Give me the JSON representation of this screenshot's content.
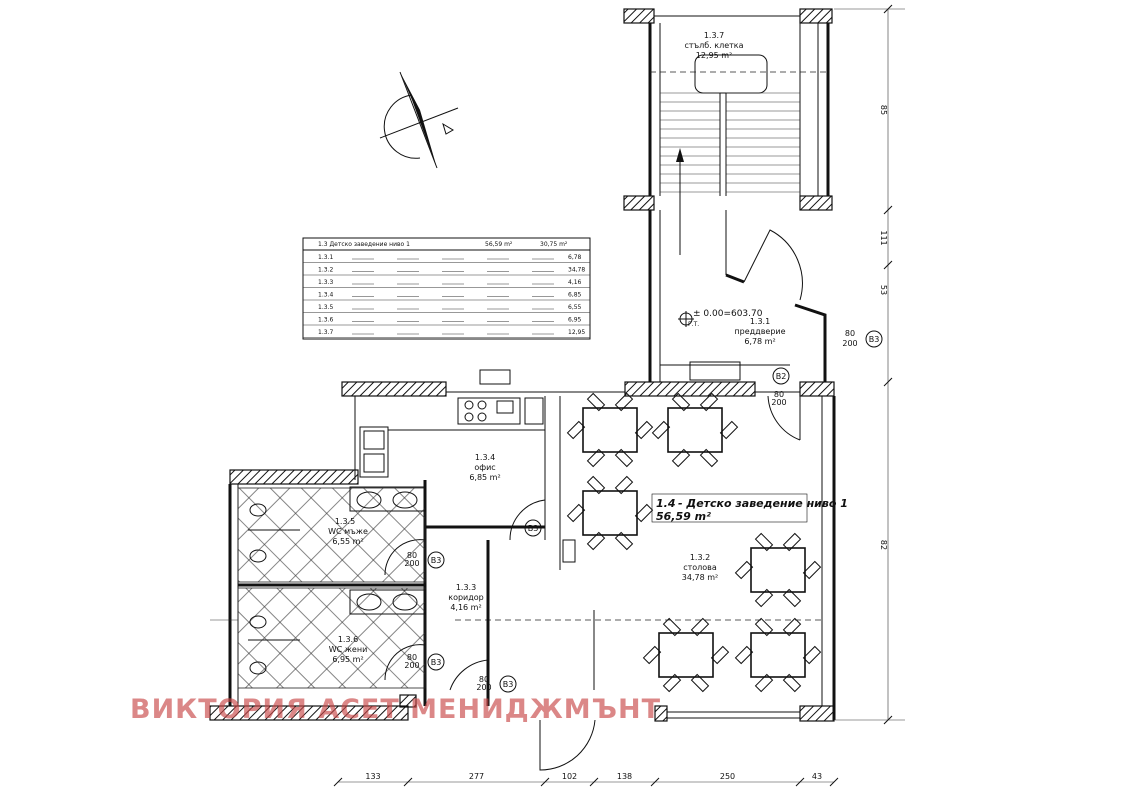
{
  "colors": {
    "ink": "#111111",
    "watermark": "#c84646"
  },
  "rooms": {
    "stair": {
      "number": "1.3.7",
      "name": "стълб. клетка",
      "area": "12,95 m²"
    },
    "entry": {
      "number": "1.3.1",
      "name": "преддверие",
      "area": "6,78 m²"
    },
    "dining": {
      "number": "1.3.2",
      "name": "столова",
      "area": "34,78 m²"
    },
    "kitchen": {
      "number": "1.3.4",
      "name": "офис",
      "area": "6,85 m²"
    },
    "corridor": {
      "number": "1.3.3",
      "name": "коридор",
      "area": "4,16 m²"
    },
    "wc1": {
      "number": "1.3.5",
      "name": "WC мъже",
      "area": "6,55 m²"
    },
    "wc2": {
      "number": "1.3.6",
      "name": "WC жени",
      "area": "6,95 m²"
    }
  },
  "unit": {
    "code": "1.4",
    "name": "- Детско заведение ниво 1",
    "area": "56,59 m²"
  },
  "elevation": {
    "mark": "± 0.00=603.70",
    "note": "Г.Т."
  },
  "doors": [
    "В3",
    "В3",
    "В3",
    "В3",
    "В2",
    "В3"
  ],
  "door_sizes": {
    "d1": [
      "80",
      "200"
    ],
    "d2": [
      "80",
      "200"
    ],
    "d3": [
      "80",
      "200"
    ],
    "d4": [
      "80",
      "200"
    ],
    "d5": [
      "80",
      "200"
    ]
  },
  "axes": {
    "bottom": [
      "0",
      "0"
    ],
    "right": [
      "0",
      "0"
    ]
  },
  "dims_bottom": [
    "133",
    "277",
    "102",
    "138",
    "250",
    "43"
  ],
  "dims_right": [
    "85",
    "111",
    "53",
    "82"
  ],
  "schedule": {
    "header": [
      "1.3 Детско заведение ниво 1",
      "56,59 m²",
      "30,75 m²"
    ],
    "rows": [
      {
        "no": "1.3.1",
        "area": "6,78"
      },
      {
        "no": "1.3.2",
        "area": "34,78"
      },
      {
        "no": "1.3.3",
        "area": "4,16"
      },
      {
        "no": "1.3.4",
        "area": "6,85"
      },
      {
        "no": "1.3.5",
        "area": "6,55"
      },
      {
        "no": "1.3.6",
        "area": "6,95"
      },
      {
        "no": "1.3.7",
        "area": "12,95"
      }
    ]
  },
  "watermark": "ВИКТОРИЯ АСЕТ МЕНИДЖМЪНТ"
}
